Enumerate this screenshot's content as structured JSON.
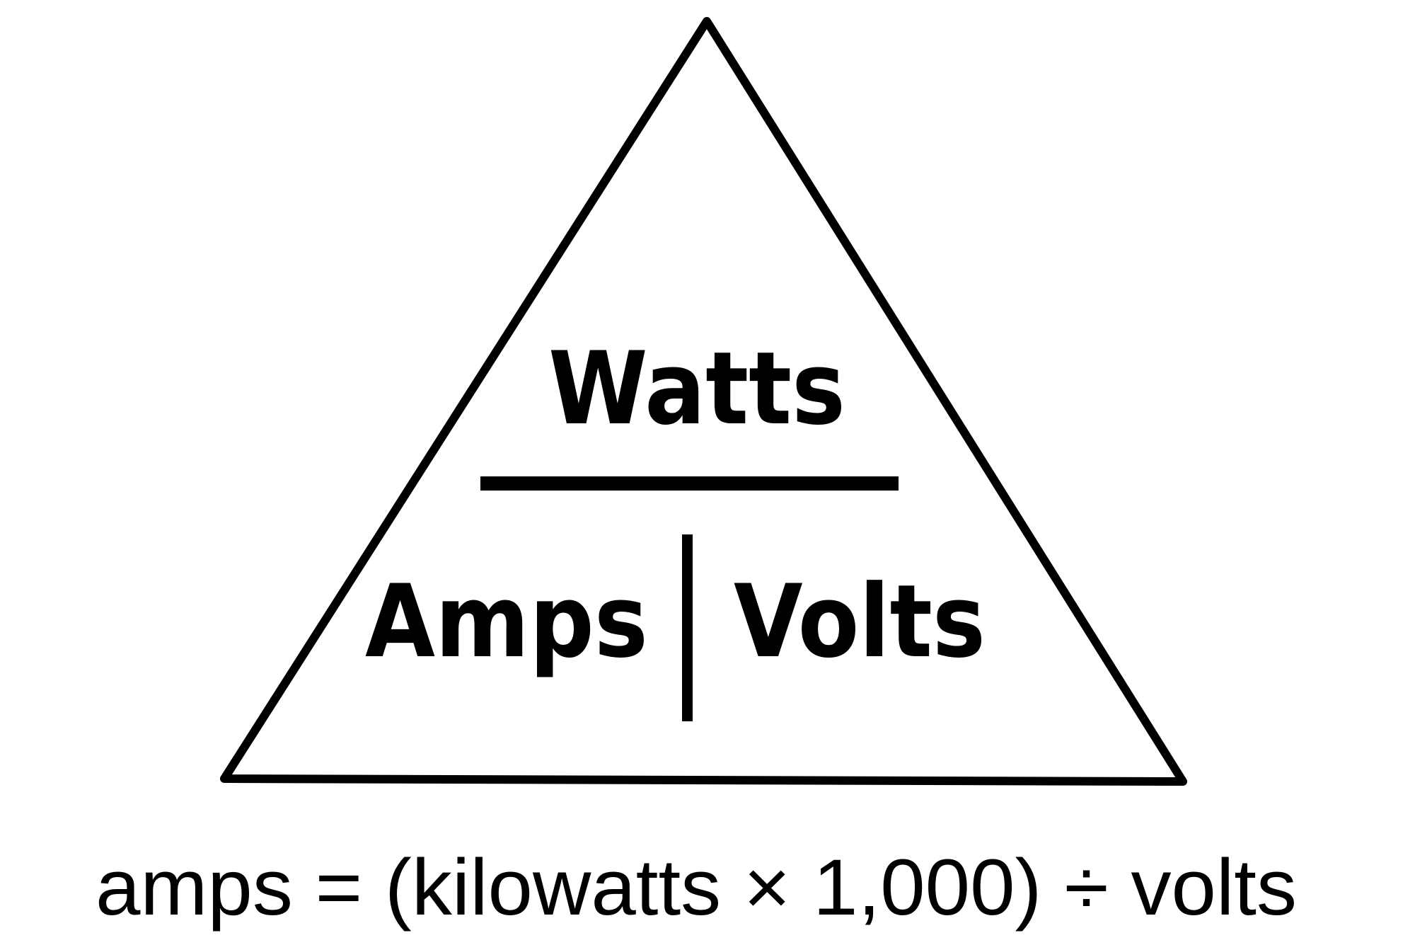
{
  "diagram": {
    "type": "ohms-law-power-triangle",
    "colors": {
      "stroke": "#000000",
      "background": "#ffffff",
      "text": "#000000"
    },
    "top_label": "Watts",
    "bottom_left_label": "Amps",
    "bottom_right_label": "Volts"
  },
  "formula": {
    "text": "amps = (kilowatts × 1,000) ÷ volts"
  }
}
